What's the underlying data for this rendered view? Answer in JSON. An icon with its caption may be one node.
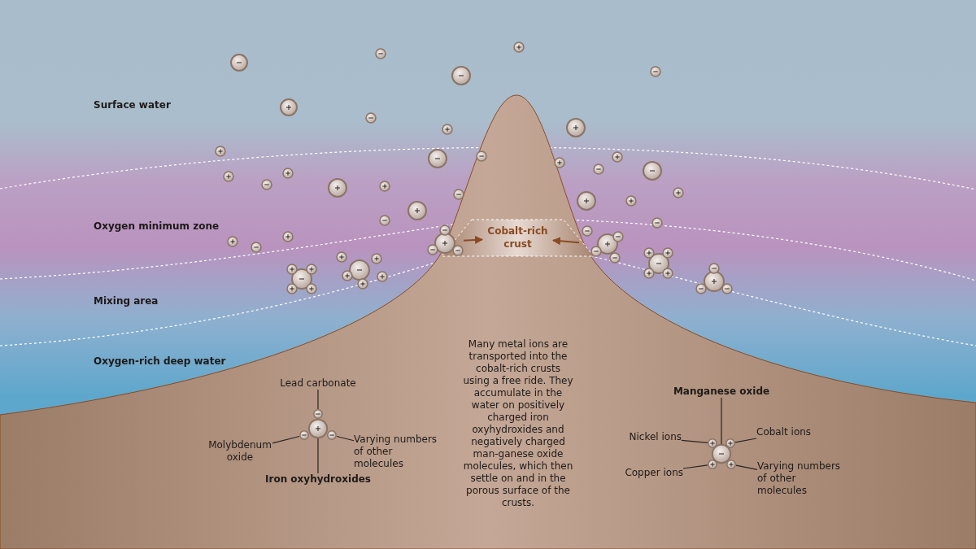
{
  "diagram": {
    "nodes": [
      {
        "text": [
          "Cobalt-rich crust"
        ]
      },
      {
        "text": [],
        "shape": "circle"
      },
      {
        "text": [],
        "shape": "circle"
      },
      {
        "text": [
          "Lead carbonate"
        ]
      },
      {
        "text": [
          "Molybdenum oxide"
        ]
      },
      {
        "text": [
          "Varying numbers of other molecules"
        ]
      },
      {
        "text": [
          "Iron oxyhydroxides"
        ]
      },
      {
        "text": [],
        "shape": "circle"
      },
      {
        "text": [],
        "shape": "circle"
      },
      {
        "text": [],
        "shape": "circle"
      },
      {
        "text": [],
        "shape": "circle"
      },
      {
        "text": [
          "Manganese oxide"
        ]
      },
      {
        "text": [
          "Nickel ions"
        ]
      },
      {
        "text": [
          "Cobalt ions"
        ]
      },
      {
        "text": [
          "Copper ions"
        ]
      },
      {
        "text": [
          "Varying numbers of other molecules"
        ]
      },
      {
        "text": [],
        "shape": "circle"
      },
      {
        "text": [],
        "shape": "circle"
      },
      {
        "text": [],
        "shape": "circle"
      },
      {
        "text": [],
        "shape": "circle"
      },
      {
        "text": [],
        "shape": "circle"
      }
    ],
    "edges": [
      {
        "from": 1,
        "to": 0,
        "arrow": "to",
        "color": "#8a4a22"
      },
      {
        "from": 2,
        "to": 0,
        "arrow": "to",
        "color": "#8a4a22"
      },
      {
        "from": 3,
        "to": 8,
        "arrow": "none"
      },
      {
        "from": 4,
        "to": 9,
        "arrow": "none"
      },
      {
        "from": 5,
        "to": 10,
        "arrow": "none"
      },
      {
        "from": 6,
        "to": 7,
        "arrow": "none"
      },
      {
        "from": 11,
        "to": 16,
        "arrow": "none"
      },
      {
        "from": 12,
        "to": 17,
        "arrow": "none"
      },
      {
        "from": 13,
        "to": 18,
        "arrow": "none"
      },
      {
        "from": 14,
        "to": 19,
        "arrow": "none"
      },
      {
        "from": 15,
        "to": 20,
        "arrow": "none"
      }
    ],
    "labels": [
      "Surface water",
      "Oxygen minimum zone",
      "Mixing area",
      "Oxygen-rich deep water",
      "Many metal ions are transported into the cobalt-rich crusts using a free ride. They accumulate in the water on positively charged iron oxyhydroxides and negatively charged man-ganese oxide molecules, which then settle on and in the porous surface of the crusts."
    ]
  }
}
